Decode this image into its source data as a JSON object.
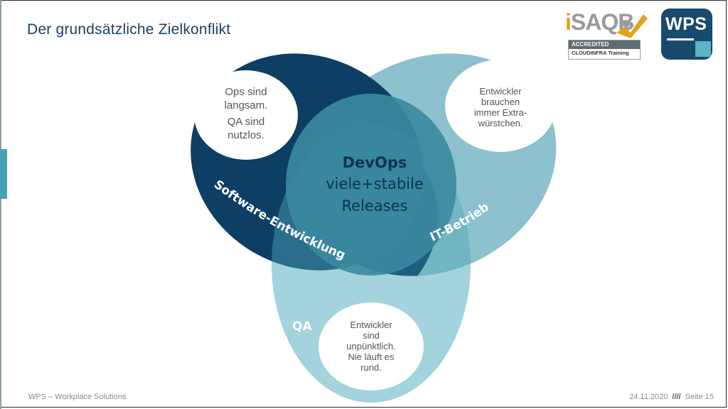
{
  "slide": {
    "title": "Der grundsätzliche Zielkonflikt",
    "footer_left": "WPS – Workplace Solutions",
    "date": "24.11.2020",
    "separator": "////",
    "page": "Seite 15"
  },
  "logos": {
    "isaqb": {
      "i": "i",
      "rest": "SAQB",
      "accredited": "ACCREDITED",
      "training": "CLOUDINFRA Training"
    },
    "wps": {
      "text": "WPS"
    }
  },
  "diagram": {
    "sets": [
      {
        "id": "software",
        "label": "Software-Entwicklung",
        "color": "#0d3e63"
      },
      {
        "id": "it",
        "label": "IT-Betrieb",
        "color": "#5ea8b9"
      },
      {
        "id": "qa",
        "label": "QA",
        "color": "#9fd0da"
      }
    ],
    "center": {
      "line1": "DevOps",
      "line2": "viele+stabile",
      "line3": "Releases"
    },
    "bubbles": {
      "software": {
        "line1": "Ops sind",
        "line2": "langsam.",
        "line3": "QA sind",
        "line4": "nutzlos."
      },
      "it": {
        "line1": "Entwickler",
        "line2": "brauchen",
        "line3": "immer Extra-",
        "line4": "würstchen."
      },
      "qa": {
        "line1": "Entwickler",
        "line2": "sind",
        "line3": "unpünktlich.",
        "line4": "Nie läuft es",
        "line5": "rund."
      }
    }
  }
}
